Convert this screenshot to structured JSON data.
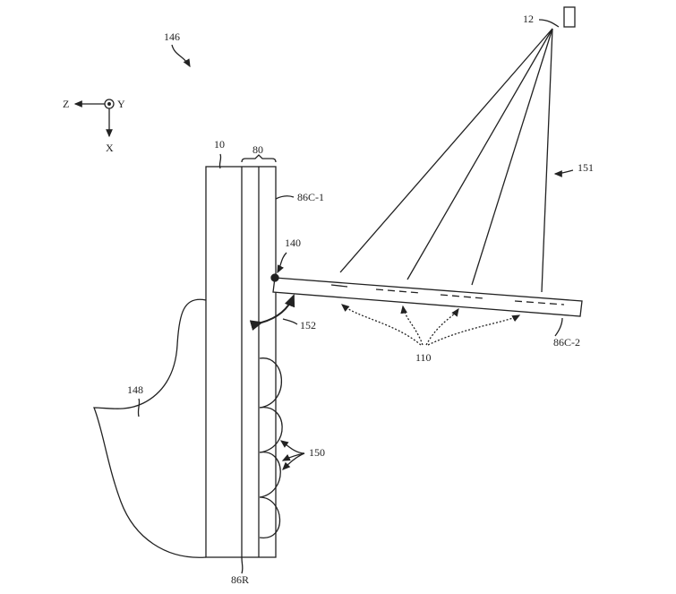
{
  "labels": {
    "fig_ref": "146",
    "axis_z": "Z",
    "axis_y": "Y",
    "axis_x": "X",
    "device": "10",
    "cover": "80",
    "cover_part_1": "86C-1",
    "hinge": "140",
    "light_source": "12",
    "light_rays": "151",
    "rotation": "152",
    "emitters": "110",
    "cover_part_2": "86C-2",
    "hand": "148",
    "fingers": "150",
    "rear": "86R"
  }
}
